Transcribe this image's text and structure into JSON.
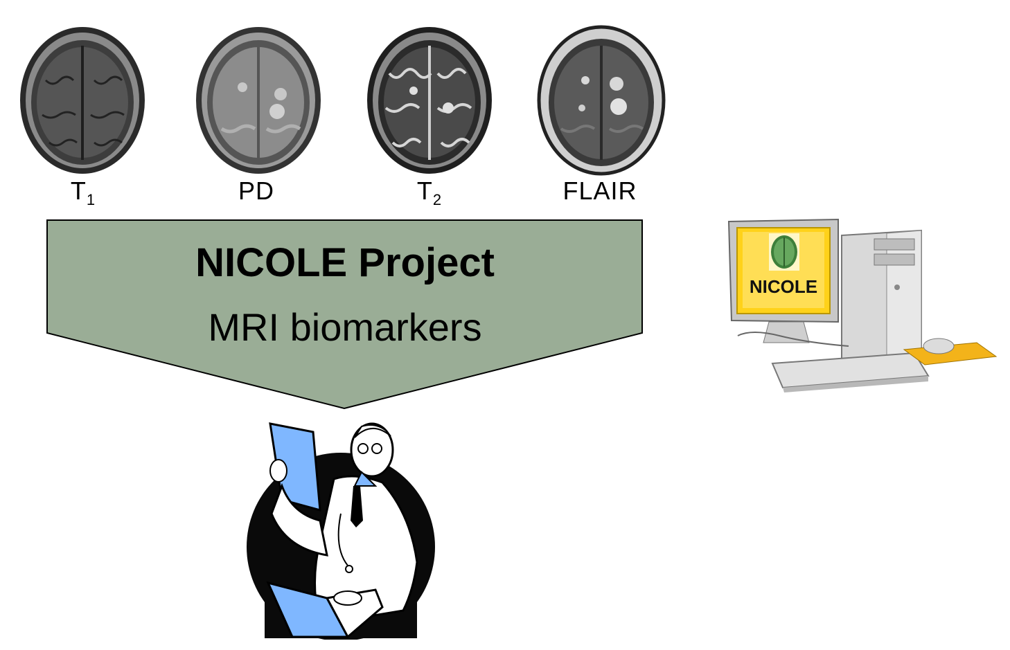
{
  "modalities": [
    {
      "name": "T",
      "sub": "1",
      "icon": "brain-mri-t1-icon",
      "tone": "dark"
    },
    {
      "name": "PD",
      "sub": "",
      "icon": "brain-mri-pd-icon",
      "tone": "mid"
    },
    {
      "name": "T",
      "sub": "2",
      "icon": "brain-mri-t2-icon",
      "tone": "contrast"
    },
    {
      "name": "FLAIR",
      "sub": "",
      "icon": "brain-mri-flair-icon",
      "tone": "flair"
    }
  ],
  "banner": {
    "title": "NICOLE Project",
    "subtitle": "MRI biomarkers",
    "fill": "#9aad96"
  },
  "computer": {
    "screen_label": "NICOLE",
    "screen_color": "#ffd21a",
    "icon": "desktop-computer-icon"
  },
  "doctor": {
    "icon": "radiologist-doctor-icon",
    "accent": "#7fb7ff"
  }
}
